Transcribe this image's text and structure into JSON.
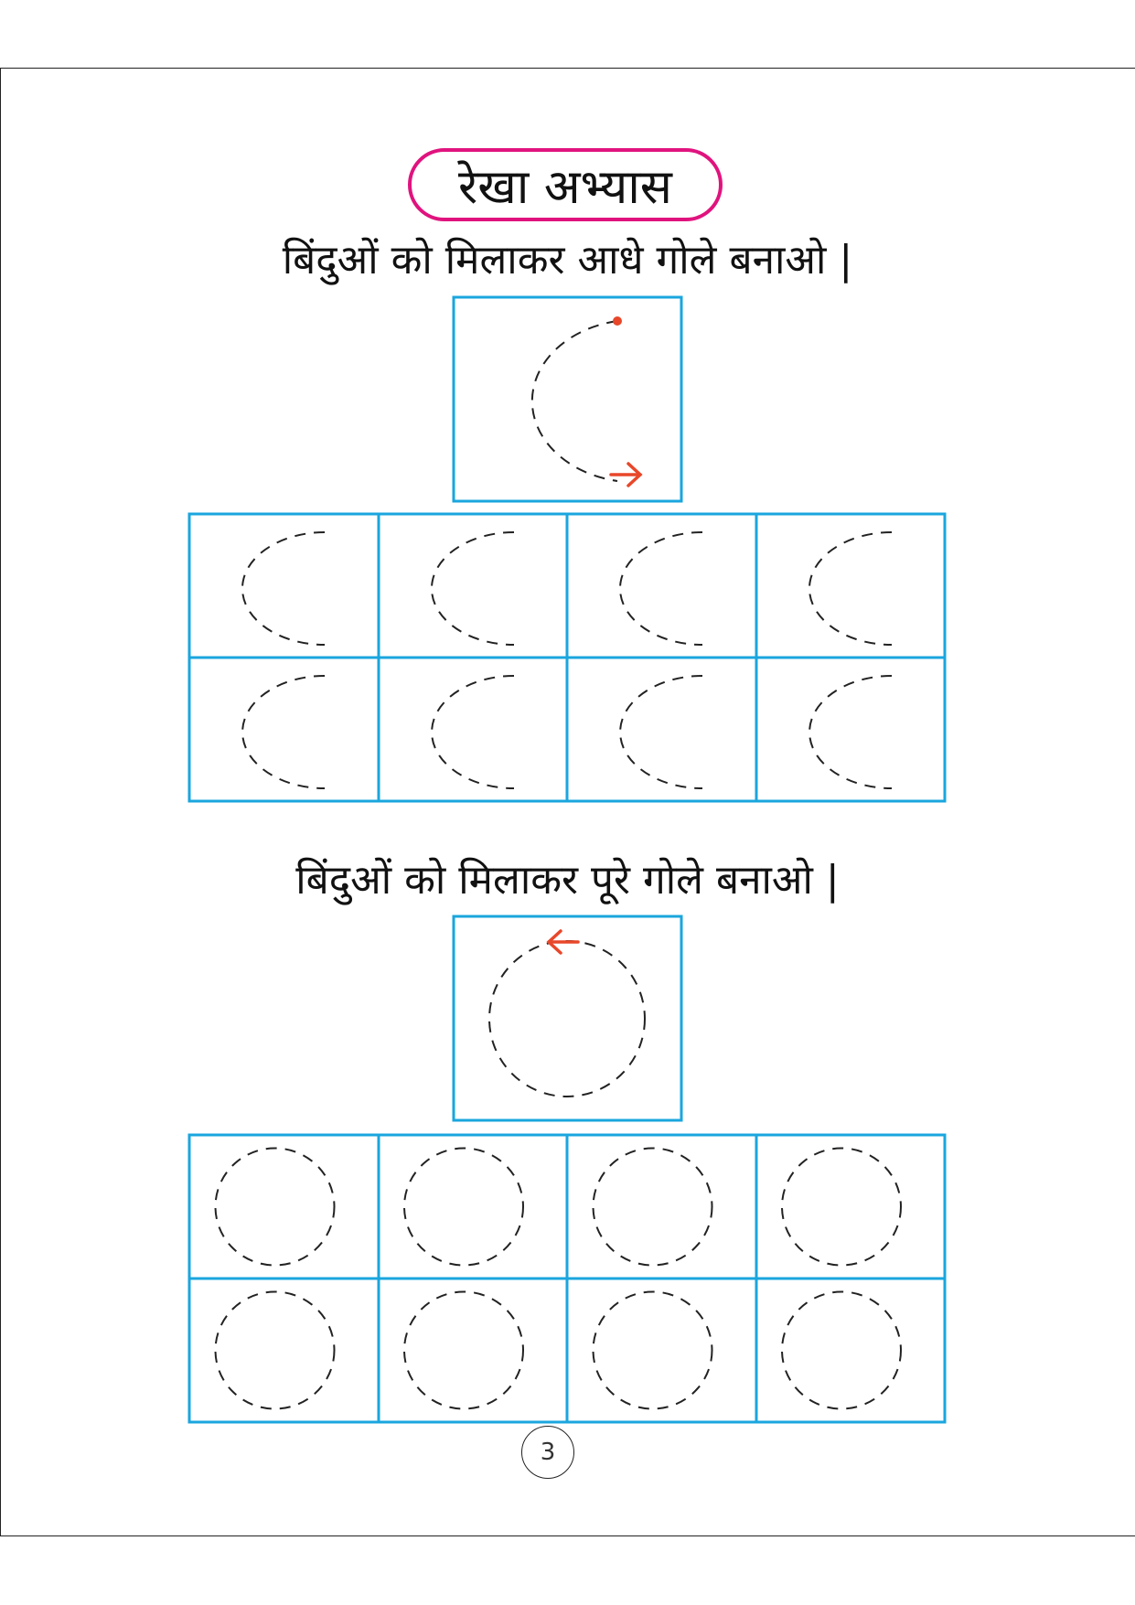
{
  "title": "रेखा अभ्यास",
  "instructions": {
    "half_circles": "बिंदुओं को मिलाकर आधे गोले बनाओ |",
    "full_circles": "बिंदुओं को मिलाकर पूरे गोले बनाओ |"
  },
  "page_number": "3",
  "colors": {
    "pill_border": "#e0137e",
    "grid_border": "#1aa6de",
    "arrow": "#e8472a",
    "dashes": "#222222"
  },
  "exercises": {
    "half_circle_practice_boxes": 8,
    "full_circle_practice_boxes": 8
  }
}
